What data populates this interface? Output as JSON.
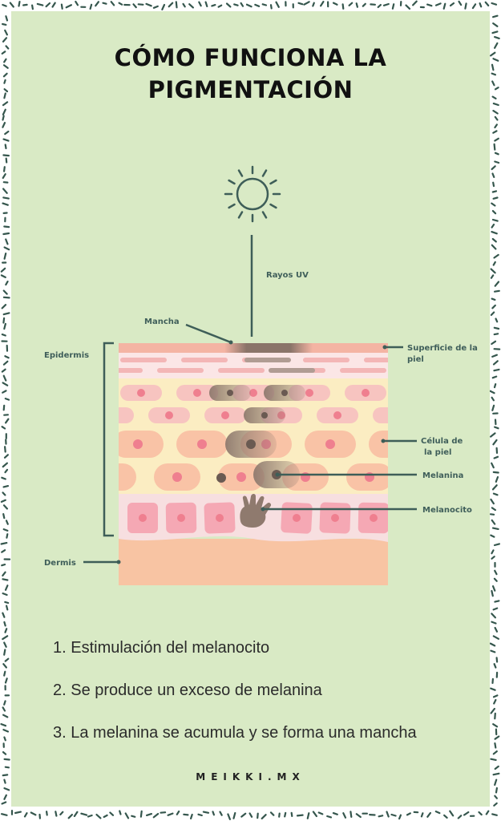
{
  "title": {
    "line1": "CÓMO FUNCIONA LA",
    "line2": "PIGMENTACIÓN"
  },
  "labels": {
    "rayos_uv": "Rayos UV",
    "mancha": "Mancha",
    "epidermis": "Epidermis",
    "superficie_1": "Superficie de la",
    "superficie_2": "piel",
    "celula_1": "Célula de",
    "celula_2": "la piel",
    "melanina": "Melanina",
    "melanocito": "Melanocito",
    "dermis": "Dermis"
  },
  "steps": [
    "1. Estimulación del melanocito",
    "2. Se produce un exceso de melanina",
    "3. La melanina se acumula y se forma una mancha"
  ],
  "brand": "MEIKKI.MX",
  "colors": {
    "background": "#d9eac5",
    "pattern": "#35564d",
    "line": "#3e5e58",
    "label": "#3f5e5a",
    "dermis": "#f8c4a3",
    "surface": "#f4b4a3",
    "melanin": "#8f7a6e"
  }
}
